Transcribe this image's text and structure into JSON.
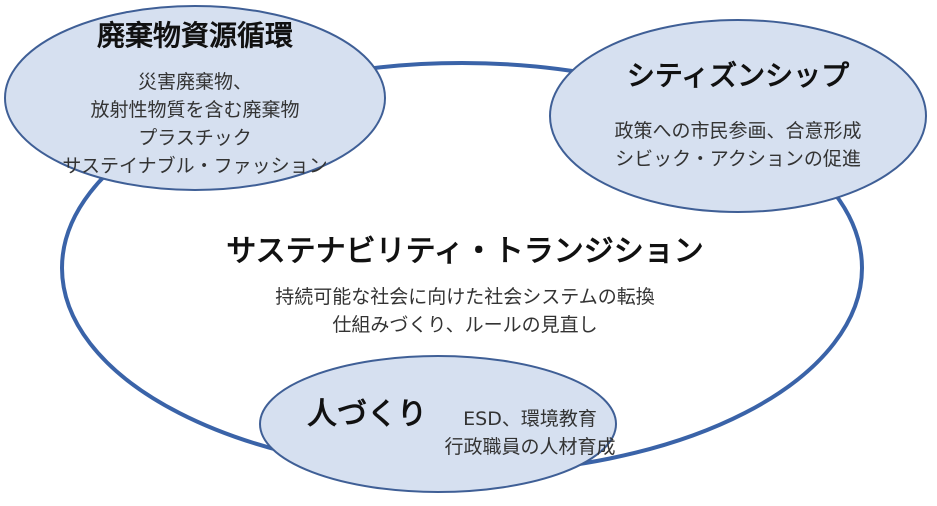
{
  "colors": {
    "outer_stroke": "#3a63a8",
    "bubble_fill": "#d6e0f0",
    "bubble_stroke": "#3f5f96",
    "background": "#ffffff"
  },
  "center": {
    "title": "サステナビリティ・トランジション",
    "lines": [
      "持続可能な社会に向けた社会システムの転換",
      "仕組みづくり、ルールの見直し"
    ]
  },
  "nodes": {
    "waste": {
      "title": "廃棄物資源循環",
      "lines": [
        "災害廃棄物、",
        "放射性物質を含む廃棄物",
        "プラスチック",
        "サステイナブル・ファッション"
      ]
    },
    "citizenship": {
      "title": "シティズンシップ",
      "lines": [
        "政策への市民参画、合意形成",
        "シビック・アクションの促進"
      ]
    },
    "people": {
      "title": "人づくり",
      "lines": [
        "ESD、環境教育",
        "行政職員の人材育成"
      ]
    }
  }
}
